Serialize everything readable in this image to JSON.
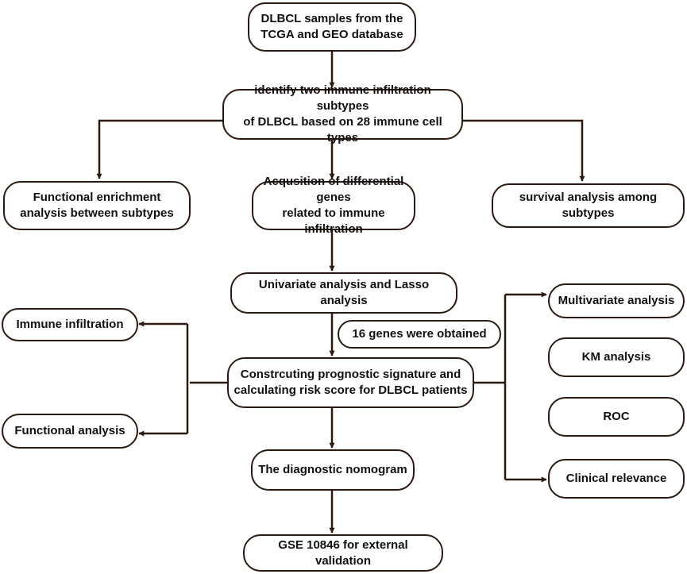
{
  "nodes": {
    "dlbcl_samples": "DLBCL samples from the\nTCGA and GEO database",
    "immune_subtypes": "identify two immune infiltration subtypes\nof DLBCL based on 28 immune cell types",
    "functional_enrichment": "Functional enrichment\nanalysis between subtypes",
    "differential_genes": "Acqusition of differential genes\nrelated to immune infiltration",
    "survival_analysis": "survival analysis among subtypes",
    "univariate_lasso": "Univariate analysis and Lasso analysis",
    "genes_obtained": "16 genes were obtained",
    "prognostic_signature": "Constrcuting prognostic signature and\ncalculating risk score for DLBCL patients",
    "immune_infiltration": "Immune infiltration",
    "functional_analysis": "Functional analysis",
    "multivariate_analysis": "Multivariate analysis",
    "km_analysis": "KM analysis",
    "roc": "ROC",
    "clinical_relevance": "Clinical relevance",
    "diagnostic_nomogram": "The diagnostic nomogram",
    "external_validation": "GSE 10846  for  external validation"
  },
  "colors": {
    "stroke": "#2b1a12",
    "text": "#111111",
    "background": "#ffffff"
  }
}
